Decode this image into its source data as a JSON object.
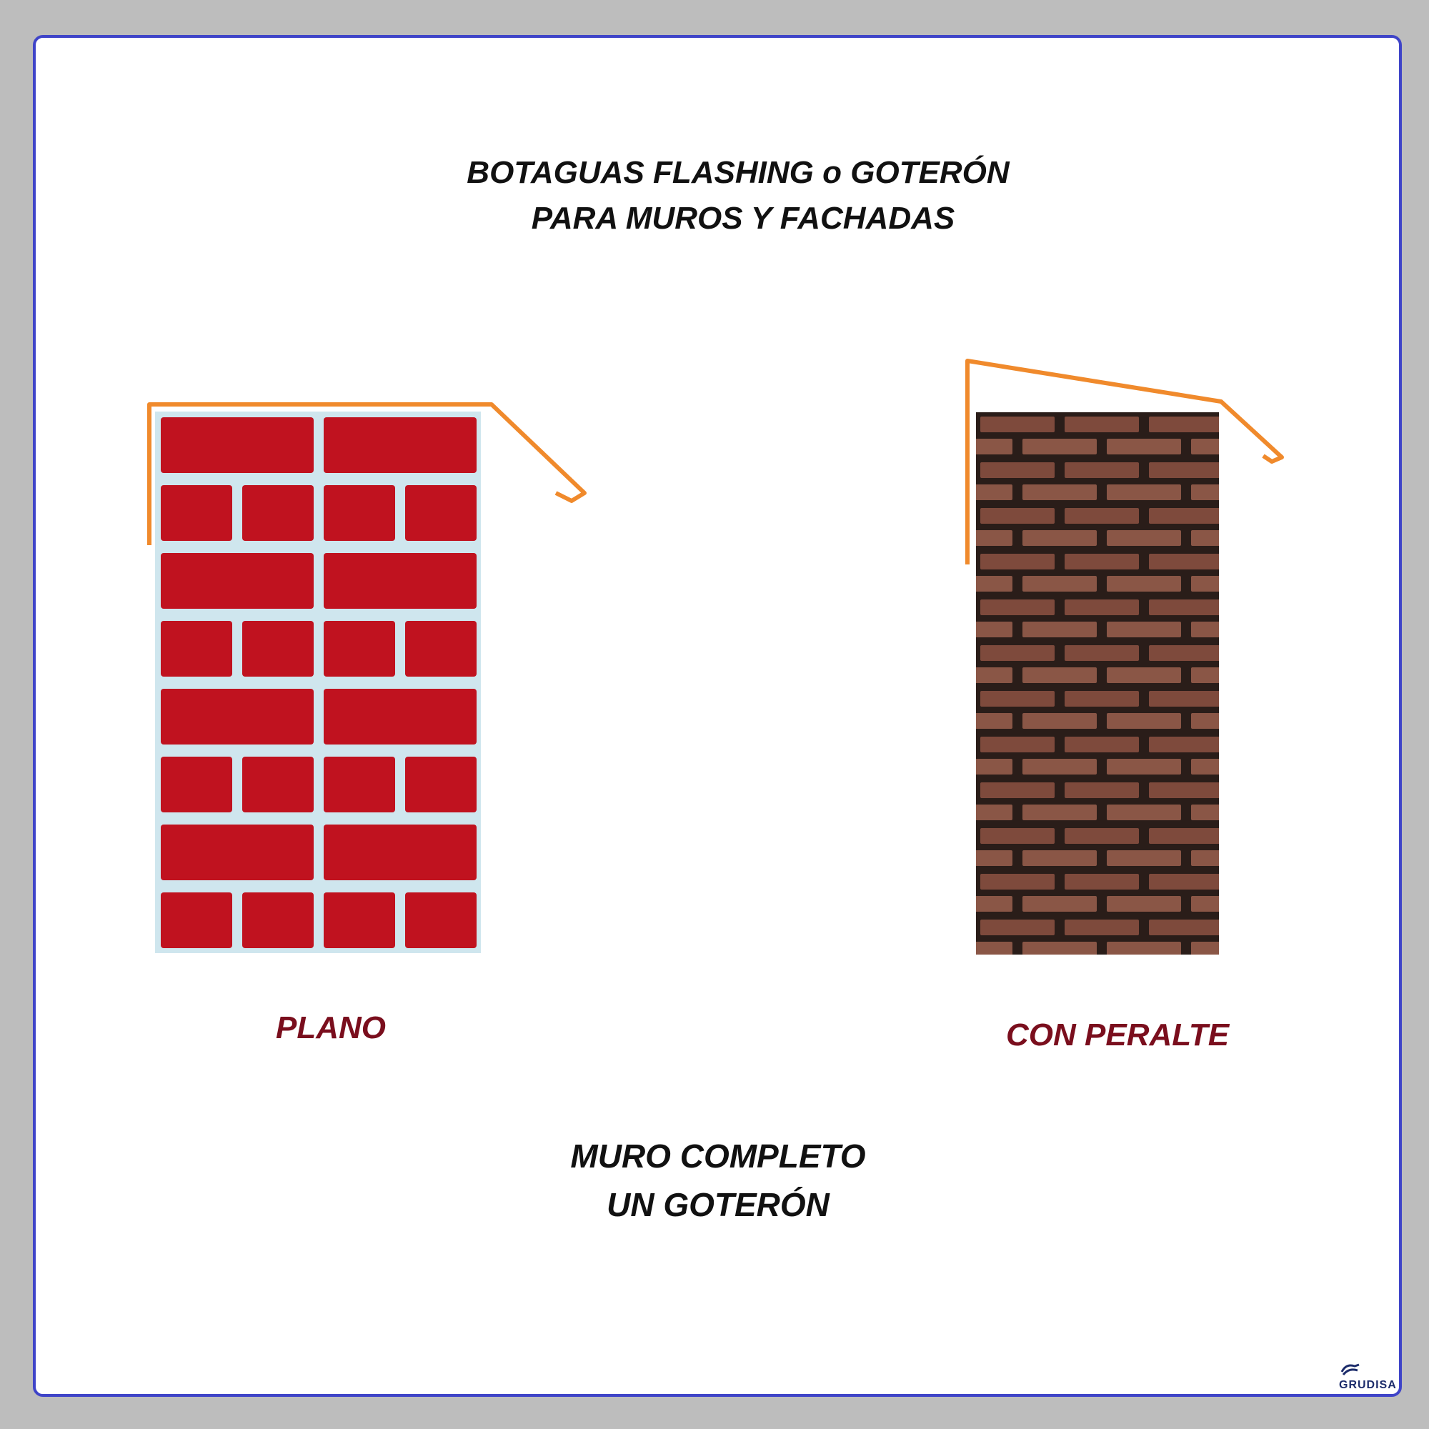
{
  "title": {
    "line1": "BOTAGUAS FLASHING o GOTERÓN",
    "line2": "PARA MUROS Y FACHADAS"
  },
  "walls": [
    {
      "id": "plano",
      "caption": "PLANO",
      "brick_color": "#c0121f",
      "mortar_color": "#cfe6ee"
    },
    {
      "id": "peralte",
      "caption": "CON PERALTE",
      "brick_color": "#7e4a3c",
      "mortar_color": "#2a1d19"
    }
  ],
  "bottom_text": {
    "line1": "MURO COMPLETO",
    "line2": "UN GOTERÓN"
  },
  "logo": {
    "text": "GRUDISA",
    "icon": "grudisa-logo-icon"
  },
  "colors": {
    "flashing": "#f08a2c",
    "caption": "#7a0e1d",
    "frame": "#3f44c8",
    "background": "#bdbdbd"
  }
}
